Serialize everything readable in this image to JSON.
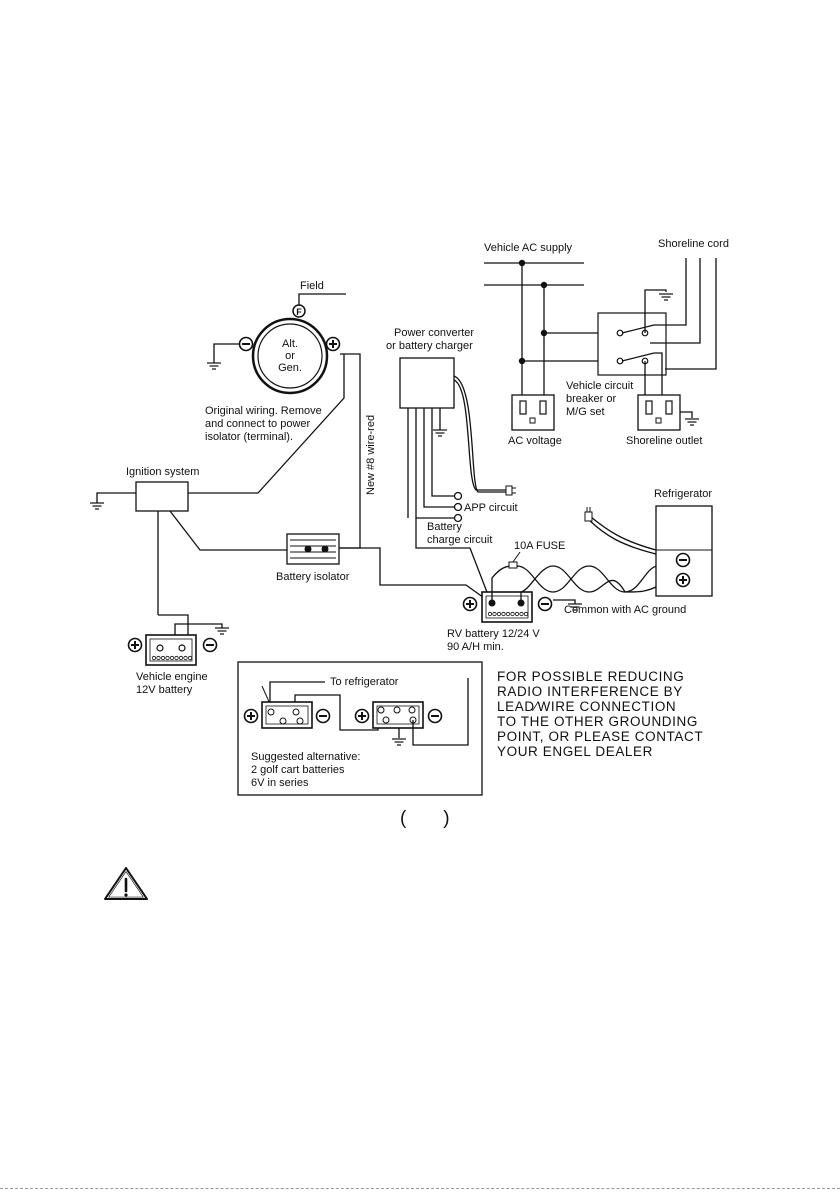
{
  "field": {
    "label": "Field",
    "terminal": "F"
  },
  "alternator": {
    "line1": "Alt.",
    "line2": "or",
    "line3": "Gen."
  },
  "original_wiring": {
    "line1": "Original wiring. Remove",
    "line2": "and  connect to power",
    "line3": "isolator (terminal)."
  },
  "new_wire": "New #8 wire-red",
  "ignition": "Ignition system",
  "battery_isolator": "Battery isolator",
  "vehicle_battery": {
    "line1": "Vehicle engine",
    "line2": "12V battery"
  },
  "power_converter": {
    "line1": "Power converter",
    "line2": "or battery charger"
  },
  "app_circuit": "APP circuit",
  "battery_charge": {
    "line1": "Battery",
    "line2": "charge circuit"
  },
  "fuse": "10A FUSE",
  "refrigerator": "Refrigerator",
  "rv_battery": {
    "line1": "RV battery 12/24 V",
    "line2": "90 A/H min."
  },
  "common_ground": "Common with AC ground",
  "vehicle_ac": "Vehicle AC supply",
  "shoreline_cord": "Shoreline cord",
  "ac_voltage": "AC voltage",
  "circuit_breaker": {
    "line1": "Vehicle circuit",
    "line2": "breaker or",
    "line3": "M/G set"
  },
  "shoreline_outlet": "Shoreline outlet",
  "alternative": {
    "to_refrigerator": "To refrigerator",
    "line1": "Suggested alternative:",
    "line2": "2 golf cart batteries",
    "line3": "6V in series"
  },
  "note": [
    "FOR  POSSIBLE  REDUCING",
    "RADIO  INTERFERENCE  BY",
    "LEAD∕WIRE  CONNECTION",
    "TO  THE  OTHER  GROUNDING",
    "POINT, OR  PLEASE  CONTACT",
    "YOUR  ENGEL  DEALER"
  ],
  "caption_parens": "(       )",
  "warning_icon": "warning-triangle-icon"
}
